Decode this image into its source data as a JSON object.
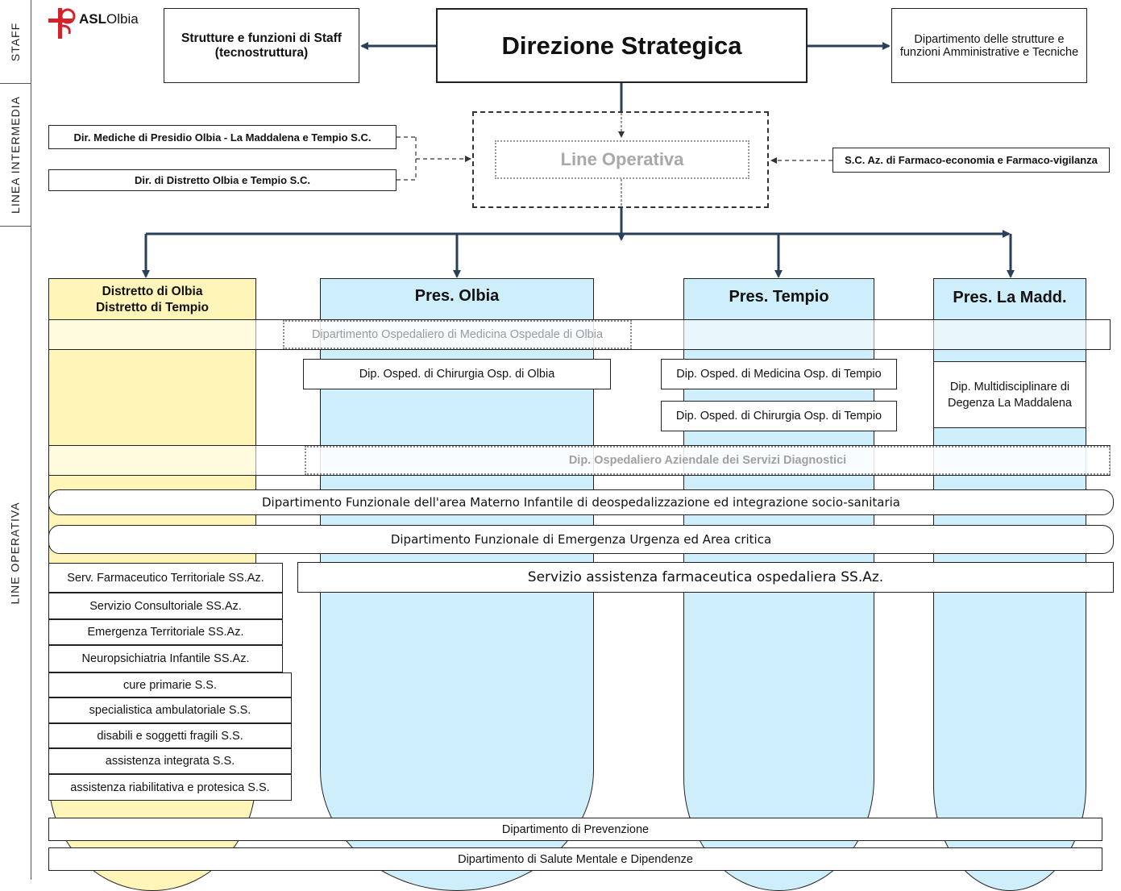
{
  "sidebar": {
    "staff": "STAFF",
    "linea_intermedia": "LINEA INTERMEDIA",
    "line_operativa": "LINE OPERATIVA"
  },
  "logo": {
    "text_bold": "ASL",
    "text_regular": "Olbia"
  },
  "top": {
    "staff_box": "Strutture e funzioni di Staff\n(tecnostruttura)",
    "direzione": "Direzione Strategica",
    "dipartimento_amm": "Dipartimento delle strutture e\nfunzioni Amministrative e Tecniche"
  },
  "intermediate": {
    "dir_mediche": "Dir. Mediche di Presidio Olbia - La Maddalena e Tempio S.C.",
    "dir_distretto": "Dir. di Distretto Olbia e Tempio  S.C.",
    "line_operativa": "Line Operativa",
    "farmaco": "S.C. Az. di Farmaco-economia e Farmaco-vigilanza"
  },
  "columns": {
    "distretto": "Distretto di Olbia\nDistretto di Tempio",
    "olbia": "Pres. Olbia",
    "tempio": "Pres. Tempio",
    "maddalena": "Pres. La Madd."
  },
  "departments": {
    "medicina_olbia": "Dipartimento Ospedaliero di Medicina Ospedale di Olbia",
    "chirurgia_olbia": "Dip. Osped. di Chirurgia  Osp. di Olbia",
    "medicina_tempio": "Dip. Osped. di Medicina  Osp. di Tempio",
    "chirurgia_tempio": "Dip. Osped. di Chirurgia  Osp. di Tempio",
    "multidisciplinare": "Dip.  Multidisciplinare di\nDegenza  La Maddalena",
    "servizi_diagnostici": "Dip. Ospedaliero Aziendale dei Servizi  Diagnostici",
    "materno_infantile": "Dipartimento Funzionale dell'area Materno Infantile di deospedalizzazione ed integrazione socio-sanitaria",
    "emergenza": "Dipartimento Funzionale di Emergenza Urgenza ed Area critica",
    "farmaceutica_osp": "Servizio assistenza farmaceutica ospedaliera  SS.Az.",
    "prevenzione": "Dipartimento di Prevenzione",
    "salute_mentale": "Dipartimento di Salute Mentale e Dipendenze"
  },
  "territorial_services": [
    "Serv. Farmaceutico Territoriale SS.Az.",
    "Servizio Consultoriale    SS.Az.",
    "Emergenza   Territoriale SS.Az.",
    "Neuropsichiatria Infantile  SS.Az.",
    "cure primarie S.S.",
    "specialistica ambulatoriale S.S.",
    "disabili e soggetti fragili S.S.",
    "assistenza integrata S.S.",
    "assistenza riabilitativa e protesica S.S."
  ],
  "colors": {
    "distretto_fill": "#fff5b8",
    "presidio_fill": "#cfeefb",
    "arrow": "#2a3f5a",
    "logo_red": "#d2232a"
  }
}
